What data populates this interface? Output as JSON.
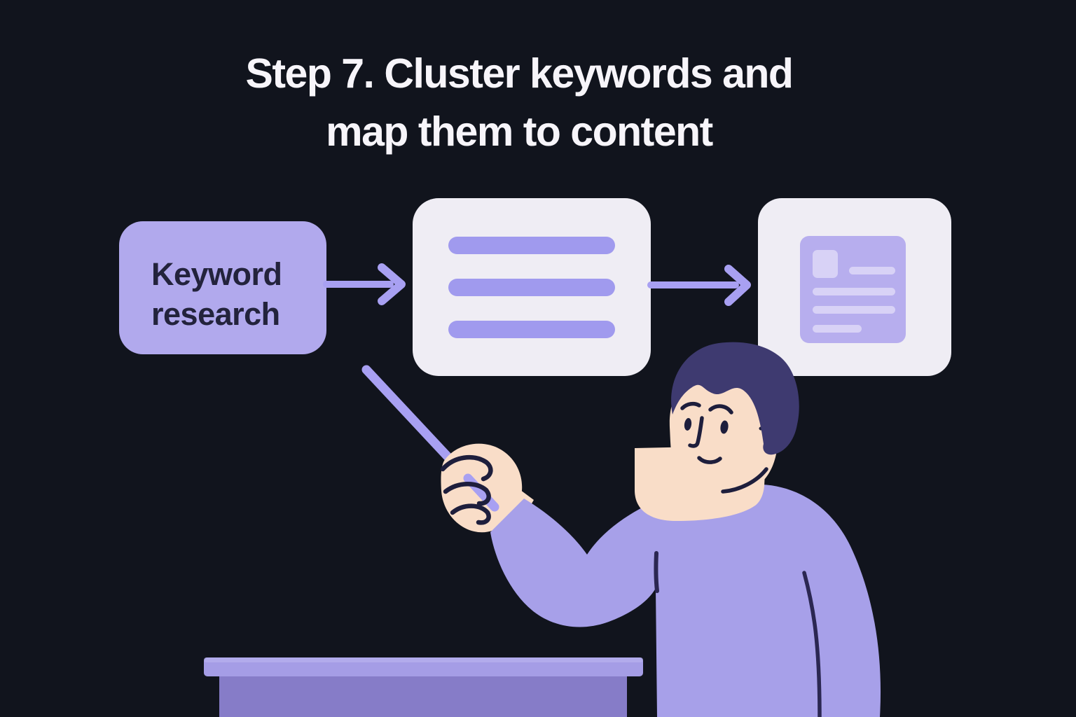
{
  "title": {
    "lines": [
      "Step 7. Cluster keywords and",
      "map them to content"
    ]
  },
  "flowchart": {
    "nodes": [
      {
        "id": "keyword-research",
        "type": "label-box",
        "label": "Keyword research",
        "label_lines": [
          "Keyword",
          "research"
        ]
      },
      {
        "id": "keyword-clusters",
        "type": "list-card",
        "list_lines_count": 3
      },
      {
        "id": "content-document",
        "type": "document-card"
      }
    ],
    "connectors": [
      {
        "from": "keyword-research",
        "to": "keyword-clusters"
      },
      {
        "from": "keyword-clusters",
        "to": "content-document"
      }
    ]
  },
  "illustration": {
    "description": "Presenter in purple sweater holding a pointer stick behind a desk"
  },
  "palette": {
    "bg": "#11141d",
    "title_color": "#f7f5fa",
    "node_fill": "#b1a9ed",
    "node_text": "#23233c",
    "card_fill": "#efedf4",
    "accent": "#a8a0f2",
    "bar": "#a09aee",
    "doc_fill": "#b7aeee",
    "doc_line": "#d8d2f6",
    "sweater": "#a7a0e9",
    "desk_top": "#a59de6",
    "desk_body": "#867cc8",
    "skin": "#f9ddc8",
    "hair": "#3e3a70",
    "stroke_dark": "#1e1e3c",
    "crease": "#2b2752"
  }
}
